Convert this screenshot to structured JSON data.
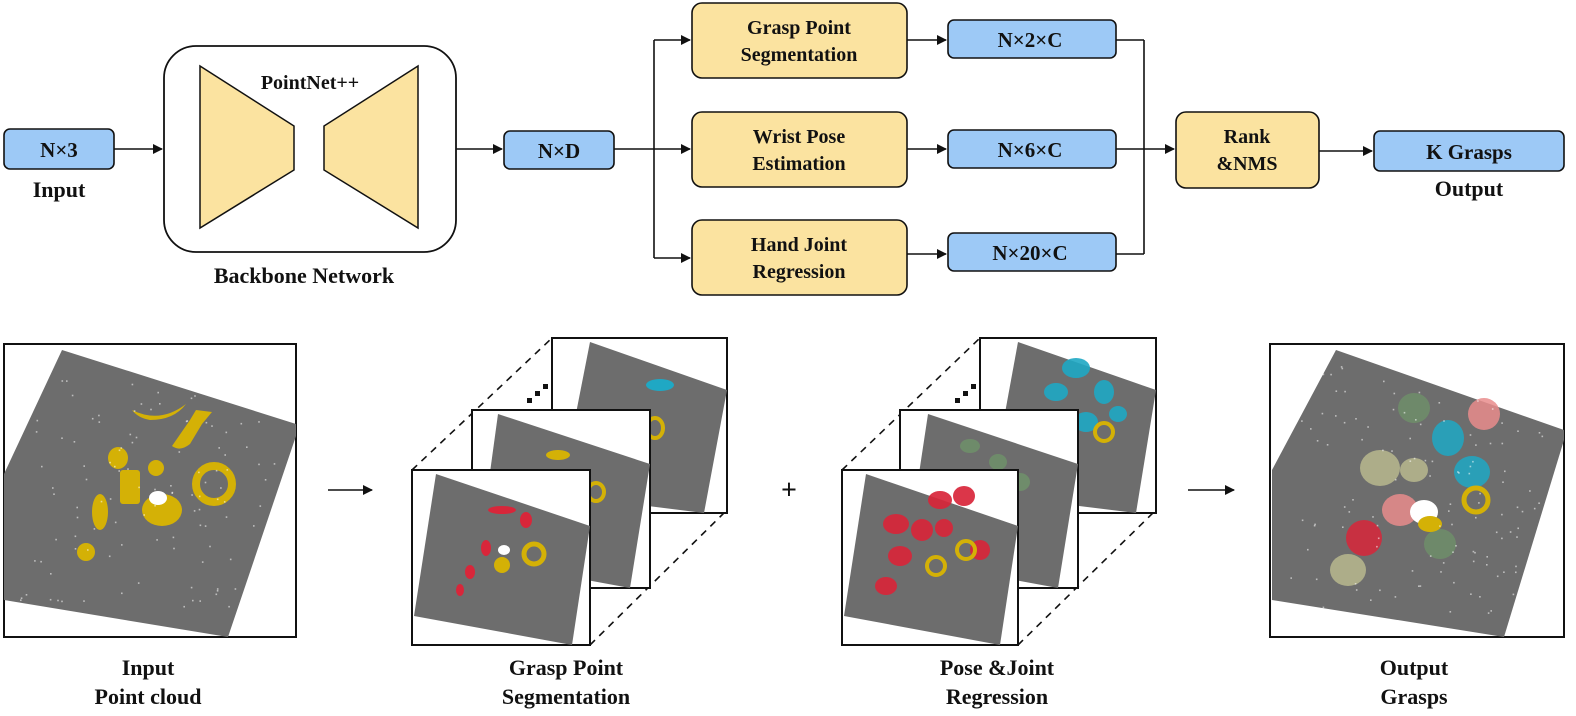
{
  "top_pipeline": {
    "input_box": "N×3",
    "input_caption": "Input",
    "backbone_inner_label": "PointNet++",
    "backbone_caption": "Backbone Network",
    "feature_box": "N×D",
    "heads": [
      {
        "line1": "Grasp Point",
        "line2": "Segmentation",
        "output": "N×2×C"
      },
      {
        "line1": "Wrist Pose",
        "line2": "Estimation",
        "output": "N×6×C"
      },
      {
        "line1": "Hand Joint",
        "line2": "Regression",
        "output": "N×20×C"
      }
    ],
    "rank_line1": "Rank",
    "rank_line2": "&NMS",
    "output_box": "K Grasps",
    "output_caption": "Output"
  },
  "bottom_panels": [
    {
      "line1": "Input",
      "line2": "Point cloud"
    },
    {
      "line1": "Grasp Point",
      "line2": "Segmentation"
    },
    {
      "line1": "Pose &Joint",
      "line2": "Regression"
    },
    {
      "line1": "Output",
      "line2": "Grasps"
    }
  ],
  "plus_sign": "+",
  "colors": {
    "blue_box": "#9dc9f6",
    "yellow_box": "#fbe3a0",
    "point_cloud": "#6d6d6d",
    "object_yellow": "#d4b106",
    "grasp_red": "#d8263a",
    "grasp_cyan": "#1fa8c4",
    "grasp_green": "#6f8f6a",
    "grasp_pink": "#e98c8c",
    "grasp_olive": "#b9b98e"
  }
}
